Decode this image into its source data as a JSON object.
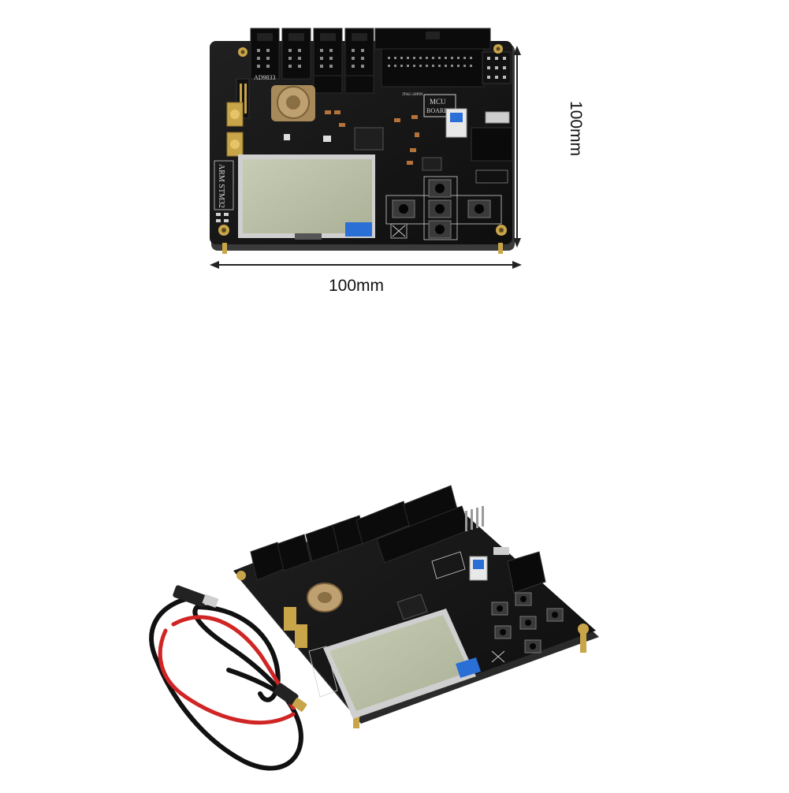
{
  "dimensions": {
    "width_label": "100mm",
    "height_label": "100mm"
  },
  "board": {
    "silkscreen_mcu": "MCU",
    "silkscreen_board": "BOARD",
    "silkscreen_arm": "ARM STM32",
    "silkscreen_chip": "AD9833",
    "silkscreen_jtag": "JTAG-20PIN"
  },
  "colors": {
    "pcb": "#161616",
    "lcd": "#bcc3a8",
    "header": "#0d0d0d",
    "gold": "#c9a54a",
    "button_blue": "#2a6fd6",
    "battery": "#a88a5a",
    "cable_red": "#d12525"
  }
}
